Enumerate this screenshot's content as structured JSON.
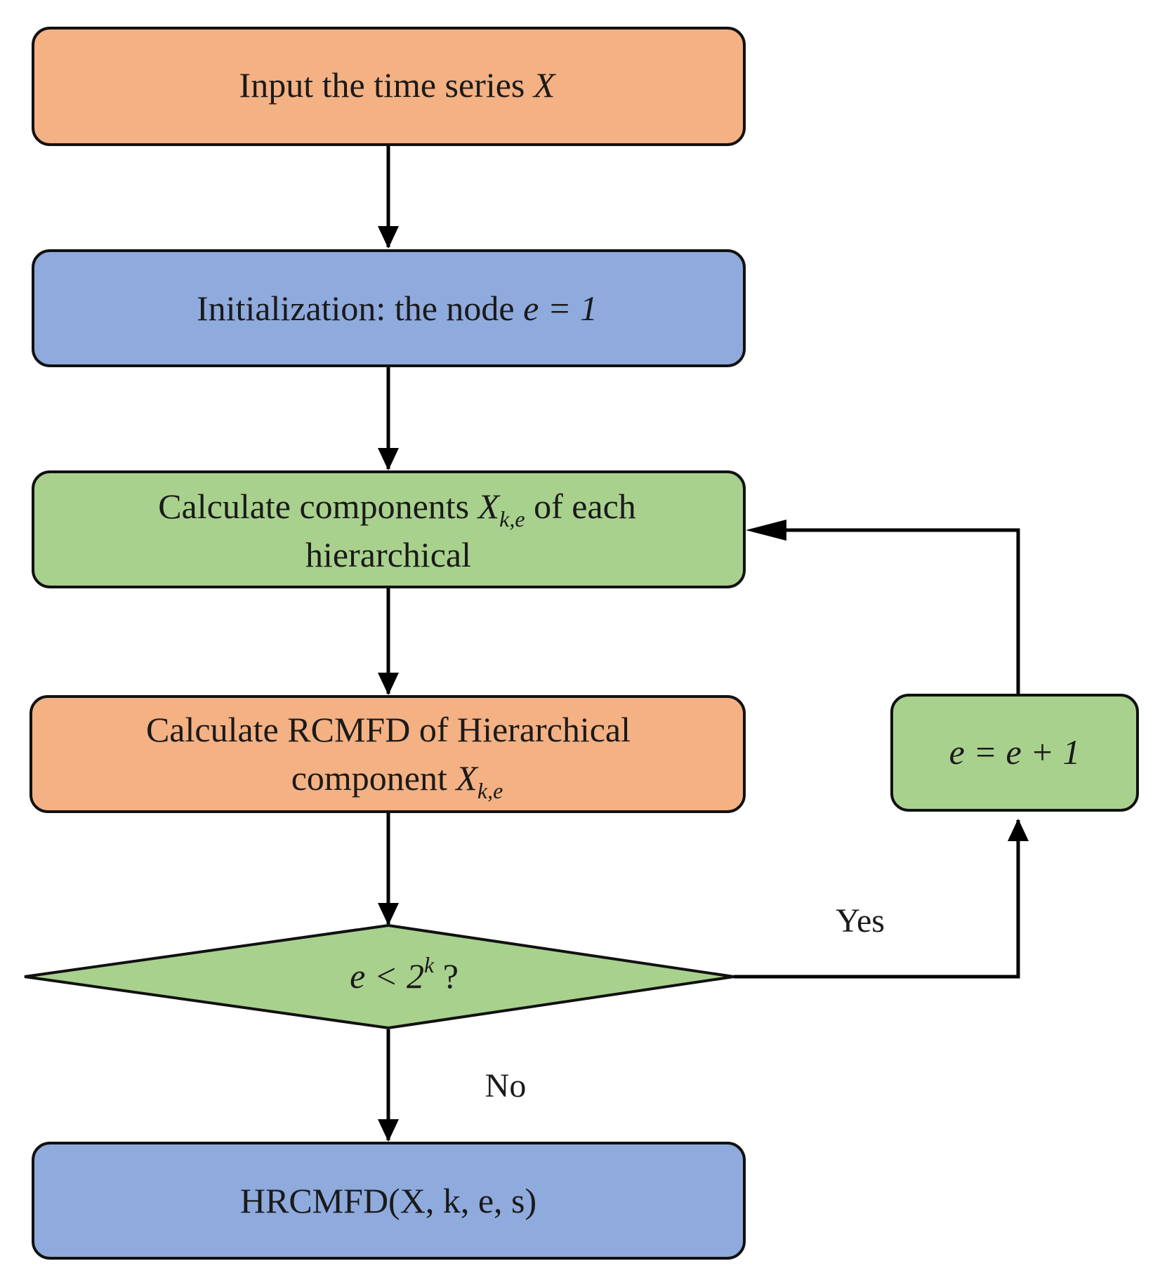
{
  "colors": {
    "orange": "#F4B183",
    "blue": "#8FAADC",
    "green": "#A9D18E",
    "stroke": "#111111"
  },
  "nodes": {
    "input": {
      "text": "Input the time series ",
      "math": "X"
    },
    "init": {
      "text": "Initialization: the node ",
      "math": "e = 1"
    },
    "components": {
      "line1_text": "Calculate components ",
      "line1_math": "X",
      "line1_sub": "k,e",
      "line1_tail": " of each",
      "line2": "hierarchical"
    },
    "rcmfd": {
      "line1": "Calculate RCMFD of Hierarchical",
      "line2_text": "component ",
      "line2_math": "X",
      "line2_sub": "k,e"
    },
    "increment": {
      "math": "e = e + 1"
    },
    "decision": {
      "math_base": "e < 2",
      "math_sup": "k",
      "tail": " ?"
    },
    "output": {
      "text": "HRCMFD(X, k, e, s)"
    }
  },
  "edge_labels": {
    "yes": "Yes",
    "no": "No"
  }
}
